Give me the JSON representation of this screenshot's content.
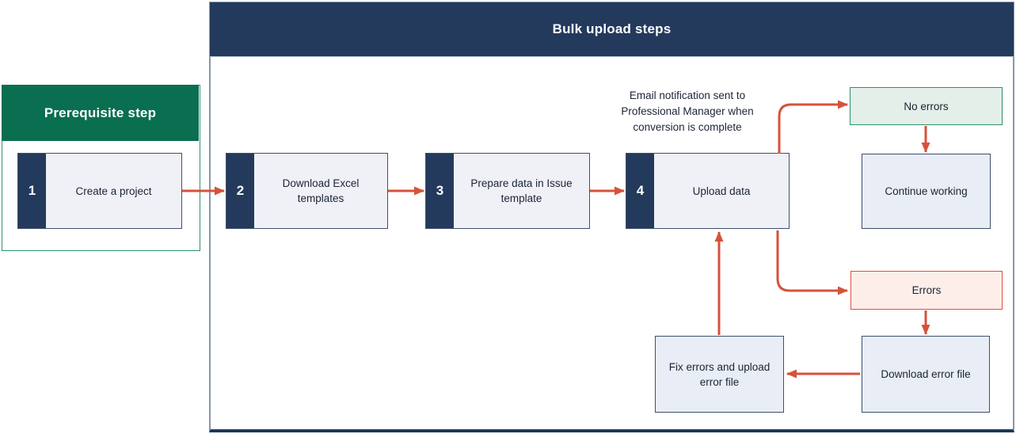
{
  "titles": {
    "prerequisite": "Prerequisite step",
    "bulk": "Bulk upload steps"
  },
  "steps": [
    {
      "number": "1",
      "label": "Create a project"
    },
    {
      "number": "2",
      "label": "Download Excel templates"
    },
    {
      "number": "3",
      "label": "Prepare data in Issue template"
    },
    {
      "number": "4",
      "label": "Upload data"
    }
  ],
  "note": "Email notification sent to Professional Manager when conversion is complete",
  "outcomes": {
    "no_errors": "No errors",
    "continue_working": "Continue working",
    "errors": "Errors",
    "download_error_file": "Download error file",
    "fix_errors": "Fix errors and upload error file"
  },
  "colors": {
    "navy": "#233a5c",
    "green_header": "#0a6e51",
    "green_border": "#2f9370",
    "arrow": "#d6523b",
    "step_fill": "#eff1f7",
    "step_border": "#3e4f6b",
    "no_errors_fill": "#e3efe8",
    "no_errors_border": "#2f8f6e",
    "errors_fill": "#fdeee9",
    "errors_border": "#de5038"
  }
}
